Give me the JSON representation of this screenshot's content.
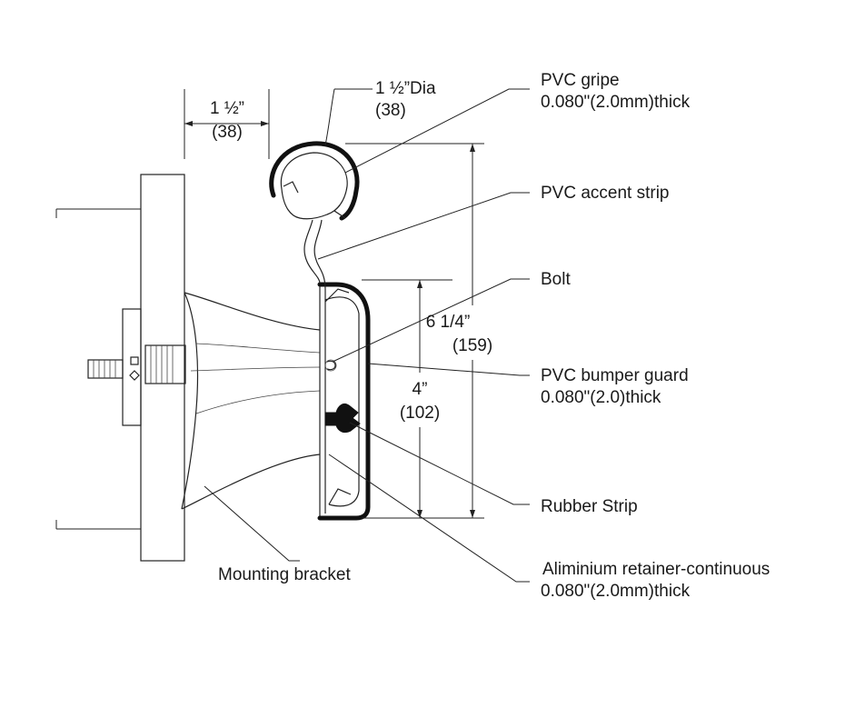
{
  "dimensions": {
    "offset": {
      "value": "1 ½”",
      "metric": "(38)"
    },
    "diameter": {
      "value": "1 ½”Dia",
      "metric": "(38)"
    },
    "overall_height": {
      "value": "6 1/4”",
      "metric": "(159)"
    },
    "guard_height": {
      "value": "4”",
      "metric": "(102)"
    }
  },
  "callouts": {
    "pvc_gripe": {
      "line1": "PVC gripe",
      "line2": "0.080\"(2.0mm)thick"
    },
    "pvc_accent": {
      "line1": "PVC accent strip"
    },
    "bolt": {
      "line1": "Bolt"
    },
    "bumper_guard": {
      "line1": "PVC bumper guard",
      "line2": "0.080\"(2.0)thick"
    },
    "rubber_strip": {
      "line1": "Rubber Strip"
    },
    "retainer": {
      "line1": "Aliminium retainer-continuous",
      "line2": "0.080\"(2.0mm)thick"
    },
    "mounting_bracket": {
      "line1": "Mounting bracket"
    }
  }
}
